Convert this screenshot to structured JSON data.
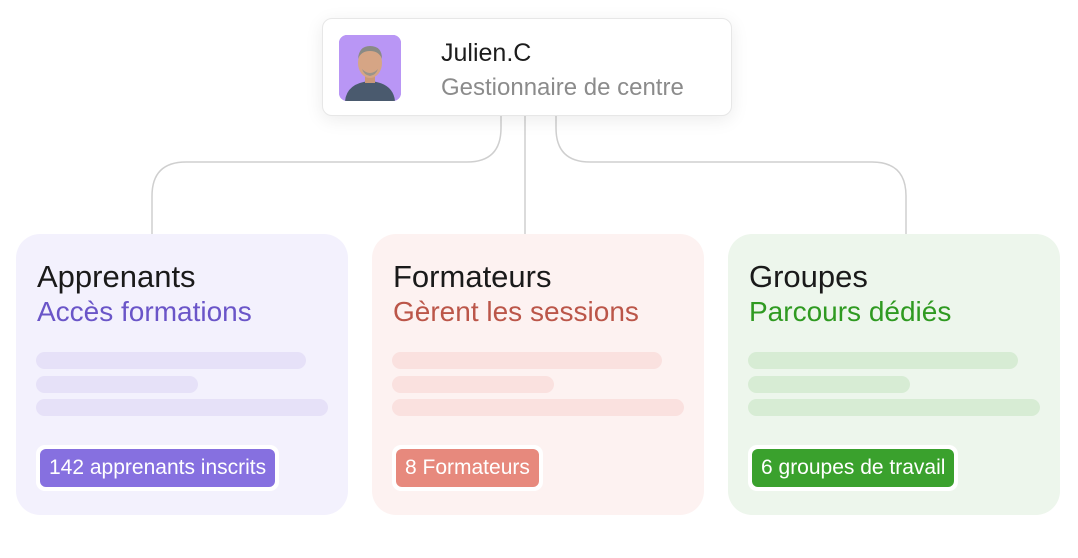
{
  "user": {
    "name": "Julien.C",
    "role": "Gestionnaire de centre",
    "avatar_bg": "#b996f5"
  },
  "cards": [
    {
      "title": "Apprenants",
      "subtitle": "Accès formations",
      "badge": "142 apprenants inscrits",
      "bg": "#f3f1fd",
      "accent": "#6a55c8",
      "bar_color": "#e6e1f8",
      "badge_color": "#8670e0"
    },
    {
      "title": "Formateurs",
      "subtitle": "Gèrent les sessions",
      "badge": "8 Formateurs",
      "bg": "#fdf2f1",
      "accent": "#bb5649",
      "bar_color": "#fae1df",
      "badge_color": "#e7897d"
    },
    {
      "title": "Groupes",
      "subtitle": "Parcours dédiés",
      "badge": "6 groupes de travail",
      "bg": "#edf6ec",
      "accent": "#2f9a21",
      "bar_color": "#d7ecd4",
      "badge_color": "#3aa12d"
    }
  ]
}
